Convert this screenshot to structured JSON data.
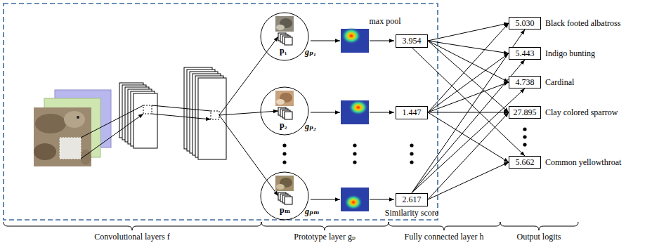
{
  "diagram": {
    "nodes": [
      {
        "text": [
          "p₁",
          "gₚ₁"
        ]
      },
      {
        "text": [
          "p₂",
          "gₚ₂"
        ]
      },
      {
        "text": [
          "pₘ",
          "gₚₘ"
        ]
      },
      {
        "text": [
          "3.954"
        ]
      },
      {
        "text": [
          "1.447"
        ]
      },
      {
        "text": [
          "2.617"
        ]
      },
      {
        "text": [
          "5.030"
        ]
      },
      {
        "text": [
          "5.443"
        ]
      },
      {
        "text": [
          "4.738"
        ]
      },
      {
        "text": [
          "27.895"
        ]
      },
      {
        "text": [
          "5.662"
        ]
      }
    ],
    "edges": [
      {
        "from": 3,
        "to": 6,
        "arrow": "to"
      },
      {
        "from": 3,
        "to": 7,
        "arrow": "to"
      },
      {
        "from": 3,
        "to": 8,
        "arrow": "to"
      },
      {
        "from": 3,
        "to": 9,
        "arrow": "to"
      },
      {
        "from": 3,
        "to": 10,
        "arrow": "to"
      },
      {
        "from": 4,
        "to": 6,
        "arrow": "to"
      },
      {
        "from": 4,
        "to": 7,
        "arrow": "to"
      },
      {
        "from": 4,
        "to": 8,
        "arrow": "to"
      },
      {
        "from": 4,
        "to": 9,
        "arrow": "to"
      },
      {
        "from": 4,
        "to": 10,
        "arrow": "to"
      },
      {
        "from": 5,
        "to": 6,
        "arrow": "to"
      },
      {
        "from": 5,
        "to": 7,
        "arrow": "to"
      },
      {
        "from": 5,
        "to": 8,
        "arrow": "to"
      },
      {
        "from": 5,
        "to": 9,
        "arrow": "to"
      },
      {
        "from": 5,
        "to": 10,
        "arrow": "to"
      }
    ],
    "labels": [
      "max pool",
      "Similarity score",
      "Black footed albatross",
      "Indigo bunting",
      "Cardinal",
      "Clay colored sparrow",
      "Common yellowthroat",
      "Convolutional layers f",
      "Prototype layer gₚ",
      "Fully connected layer h",
      "Output logits"
    ]
  }
}
